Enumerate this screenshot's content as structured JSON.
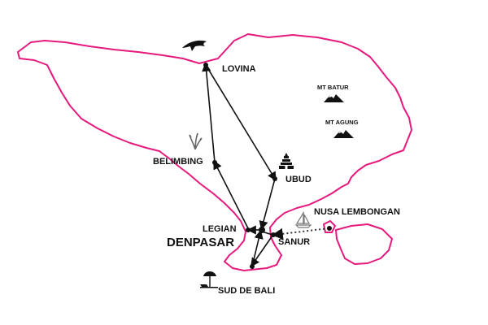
{
  "colors": {
    "coast": "#e6197d",
    "route": "#111111",
    "ferry": "#333333",
    "text": "#111111",
    "background": "#ffffff"
  },
  "places": {
    "lovina": "LOVINA",
    "mt_batur": "MT BATUR",
    "mt_agung": "MT AGUNG",
    "belimbing": "BELIMBING",
    "ubud": "UBUD",
    "nusa_lembongan": "NUSA LEMBONGAN",
    "legian": "LEGIAN",
    "denpasar": "DENPASAR",
    "sanur": "SANUR",
    "sud_de_bali": "SUD DE BALI"
  },
  "icons": {
    "lovina": "dolphin-icon",
    "mt_batur": "mountain-icon",
    "mt_agung": "mountain-icon",
    "belimbing": "rice-plant-icon",
    "ubud": "temple-icon",
    "ferry": "sailboat-icon",
    "beach": "beach-umbrella-icon"
  }
}
